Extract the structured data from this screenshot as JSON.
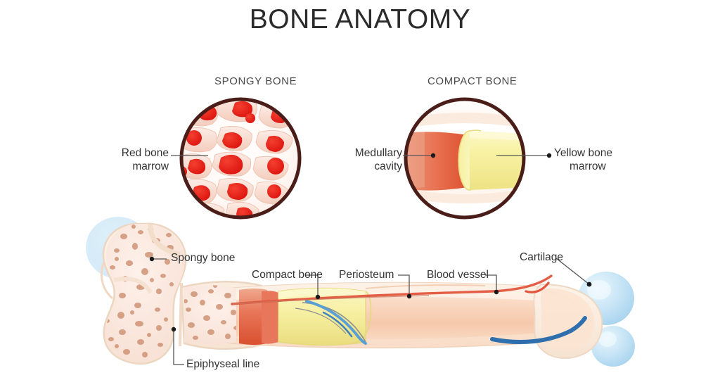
{
  "document": {
    "title": "BONE ANATOMY",
    "background_color": "#ffffff",
    "text_color": "#333333"
  },
  "panels": {
    "spongy": {
      "caption": "SPONGY BONE",
      "ring_color": "#4a1d18",
      "fill_color": "#fffaf7",
      "marrow_color": "#e8201c",
      "trabecula_color": "#f6cfc2"
    },
    "compact": {
      "caption": "COMPACT BONE",
      "ring_color": "#4a1d18",
      "fill_color": "#fffdfb",
      "medullary_color": "#e0644a",
      "yellow_marrow_color": "#f6ef9d"
    }
  },
  "labels": {
    "red_bone_marrow": {
      "line1": "Red bone",
      "line2": "marrow"
    },
    "medullary_cavity": {
      "line1": "Medullary",
      "line2": "cavity"
    },
    "yellow_bone_marrow": {
      "line1": "Yellow bone",
      "line2": "marrow"
    },
    "spongy_bone": {
      "line1": "Spongy bone"
    },
    "compact_bone": {
      "line1": "Compact bone"
    },
    "periosteum": {
      "line1": "Periosteum"
    },
    "blood_vessel": {
      "line1": "Blood vessel"
    },
    "cartilage": {
      "line1": "Cartilage"
    },
    "epiphyseal_line": {
      "line1": "Epiphyseal line"
    }
  },
  "femur": {
    "cortex_color": "#f7e7d7",
    "outline_color": "#e8d0ba",
    "trabecular_color": "#fbece4",
    "speck_color": "#c98f72",
    "shaft_color": "#f7cdb2",
    "cartilage_color": "#bfe0f2",
    "artery_color": "#e2553c",
    "vein_color": "#2f6fae",
    "marrow_yellow": "#f5ef9e",
    "marrow_red": "#e0644a"
  },
  "leaders": {
    "color": "#555555",
    "dot_color": "#1a1a1a"
  }
}
